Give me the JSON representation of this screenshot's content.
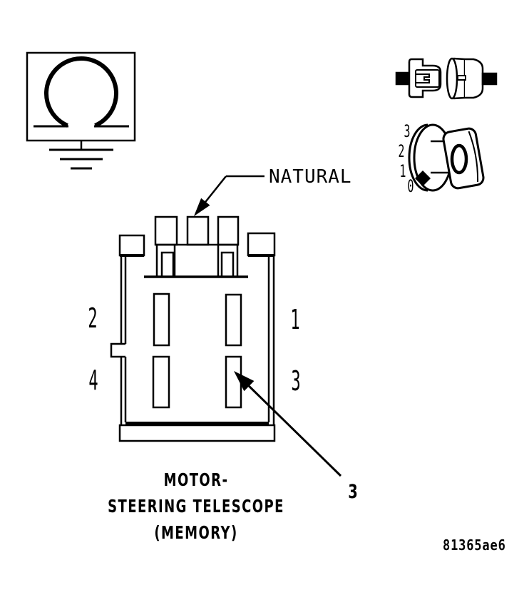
{
  "page": {
    "background": "#ffffff",
    "line_color": "#000000"
  },
  "icons": {
    "ohm_ground": "ohm-to-ground-icon",
    "connector_pair": "inline-connector-pair-icon",
    "ignition_dial": {
      "name": "ignition-switch-position-icon",
      "positions": [
        "3",
        "2",
        "1",
        "0"
      ],
      "selected": "0"
    }
  },
  "connector": {
    "wire_label": "NATURAL",
    "pins": [
      {
        "number": "2",
        "position": "top-left"
      },
      {
        "number": "1",
        "position": "top-right"
      },
      {
        "number": "4",
        "position": "bottom-left"
      },
      {
        "number": "3",
        "position": "bottom-right"
      }
    ],
    "callout": {
      "label": "3",
      "target_pin": "3"
    }
  },
  "caption": {
    "line1": "MOTOR-",
    "line2": "STEERING TELESCOPE",
    "line3": "(MEMORY)"
  },
  "figure_id": "81365ae6"
}
